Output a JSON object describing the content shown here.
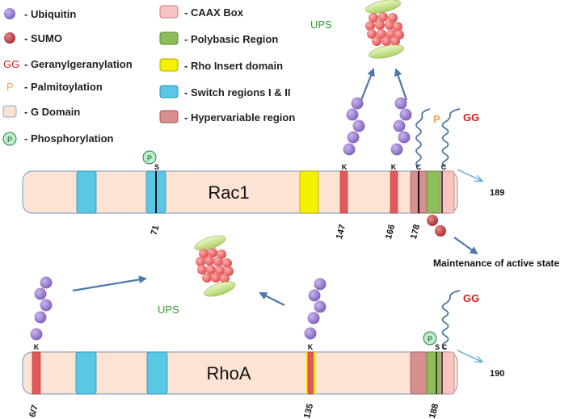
{
  "legend": {
    "left": [
      {
        "symbol": "ubiquitin-icon",
        "text": "-  Ubiquitin"
      },
      {
        "symbol": "sumo-icon",
        "text": "-  SUMO"
      },
      {
        "symbol_text": "GG",
        "symbol": "gg-symbol",
        "text": "-  Geranylgeranylation"
      },
      {
        "symbol_text": "P",
        "symbol": "p-symbol",
        "text": "-  Palmitoylation"
      },
      {
        "symbol": "gdomain-swatch",
        "text": "-  G Domain"
      },
      {
        "symbol": "phospho-icon",
        "symbol_text": "P",
        "text": "-  Phosphorylation"
      }
    ],
    "right": [
      {
        "symbol": "caax-swatch",
        "text": "-  CAAX Box"
      },
      {
        "symbol": "polybasic-swatch",
        "text": "-  Polybasic Region"
      },
      {
        "symbol": "rho-insert-swatch",
        "text": "-  Rho Insert domain"
      },
      {
        "symbol": "switch-swatch",
        "text": "-  Switch regions I & II"
      },
      {
        "symbol": "hypervariable-swatch",
        "text": "-  Hypervariable region"
      }
    ]
  },
  "colors": {
    "g_domain": "#fde3d4",
    "g_domain_border": "#8ea7c4",
    "switch": "#5ac7e4",
    "rho_insert": "#f4f000",
    "caax": "#f7c4c0",
    "polybasic": "#8fbc5a",
    "hypervariable": "#d98f8f",
    "ubiquitin": "#9b7fcf",
    "sumo": "#c8464a",
    "gg": "#d62020",
    "palm": "#f0a050",
    "phospho": "#b8eec8",
    "ups_text": "#2d9a2d",
    "arrow": "#4d78a8",
    "lipid_chain": "#4d78a8",
    "proteasome_core": "#f06a6a",
    "proteasome_cap": "#c8e68a"
  },
  "rac1": {
    "name": "Rac1",
    "end_number": "189",
    "ups_label": "UPS",
    "residues": [
      {
        "number": "71",
        "letter": "S"
      },
      {
        "number": "147",
        "letter": "K"
      },
      {
        "number": "166",
        "letter": "K"
      },
      {
        "number": "178",
        "letter": "C"
      },
      {
        "letter": "C"
      }
    ],
    "phospho_label": "P",
    "palm_label": "P",
    "gg_label": "GG",
    "annotation": "Maintenance of active state"
  },
  "rhoa": {
    "name": "RhoA",
    "end_number": "190",
    "ups_label": "UPS",
    "residues": [
      {
        "number": "6/7",
        "letter": "K"
      },
      {
        "number": "135",
        "letter": "K"
      },
      {
        "number": "188",
        "letter": "S"
      },
      {
        "letter": "C"
      }
    ],
    "phospho_label": "P",
    "gg_label": "GG"
  }
}
